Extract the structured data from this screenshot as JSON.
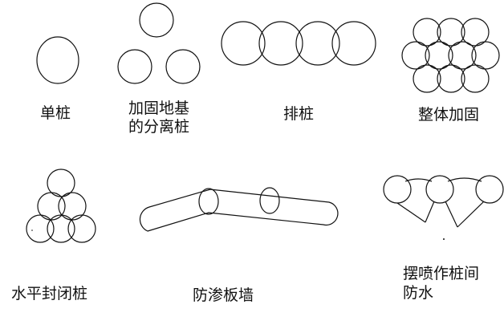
{
  "colors": {
    "stroke": "#111111",
    "background": "#ffffff"
  },
  "labels": {
    "single_pile": "单桩",
    "group_line1": "加固地基",
    "group_line2": "的分离桩",
    "row_pile": "排桩",
    "overall": "整体加固",
    "closed_line1": "水平封闭桩",
    "seepage": "防渗板墙",
    "jet_line1": "摆喷作桩间",
    "jet_line2": "防水"
  }
}
